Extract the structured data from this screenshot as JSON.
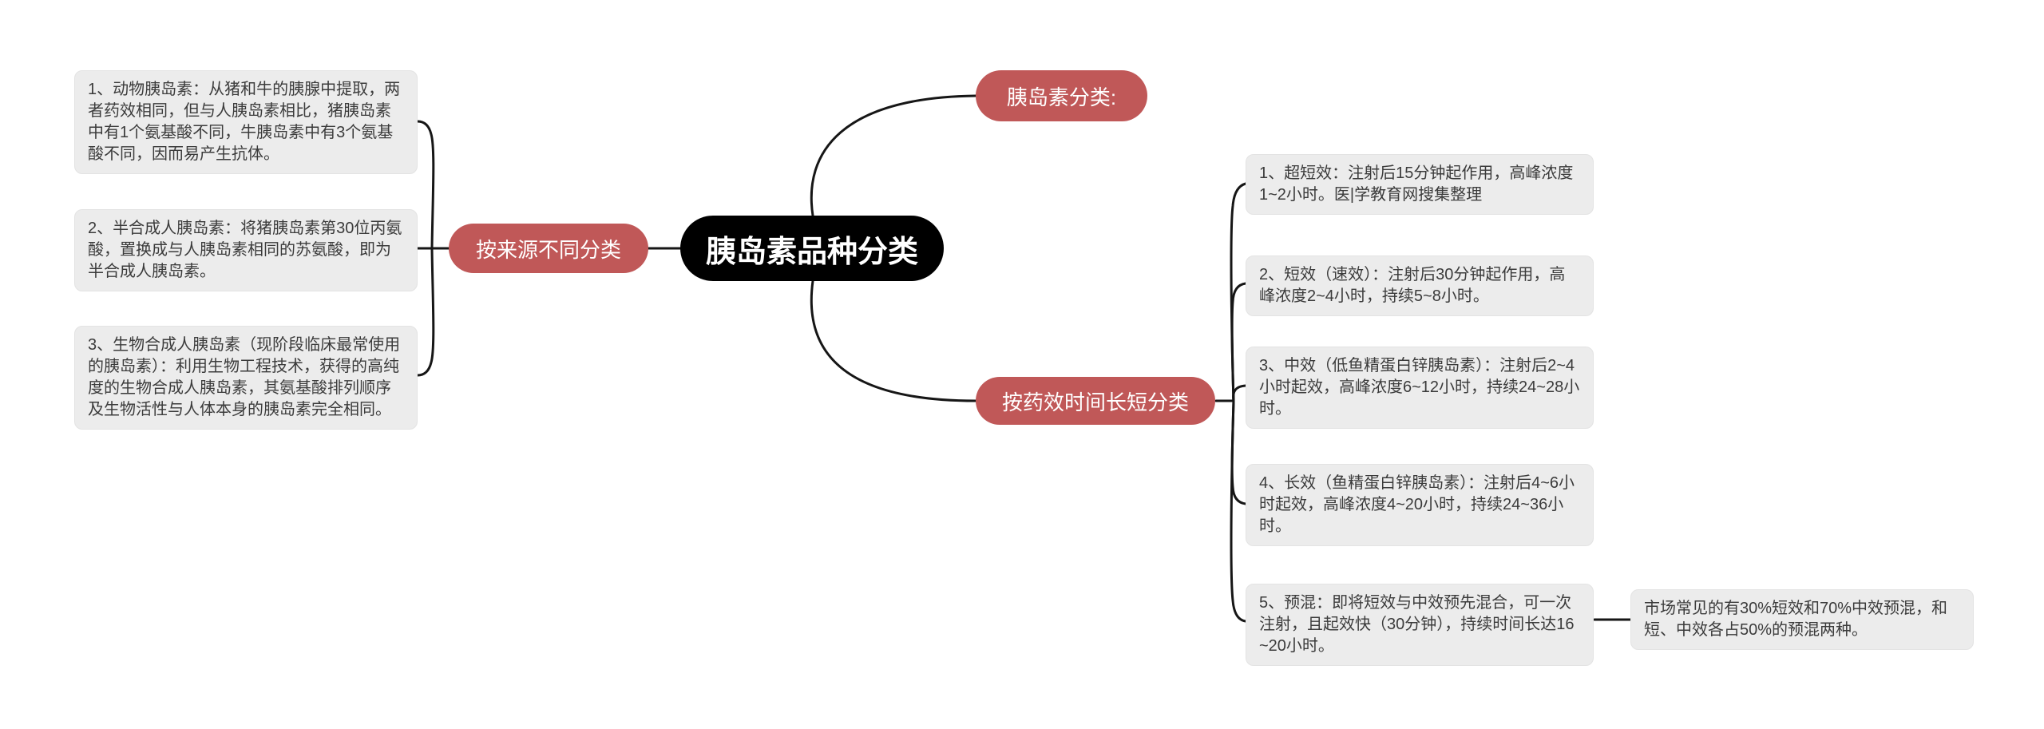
{
  "root": {
    "label": "胰岛素品种分类"
  },
  "top_node": {
    "label": "胰岛素分类:"
  },
  "left_branch": {
    "node_label": "按来源不同分类",
    "items": [
      {
        "text": "1、动物胰岛素：从猪和牛的胰腺中提取，两者药效相同，但与人胰岛素相比，猪胰岛素中有1个氨基酸不同，牛胰岛素中有3个氨基酸不同，因而易产生抗体。"
      },
      {
        "text": "2、半合成人胰岛素：将猪胰岛素第30位丙氨酸，置换成与人胰岛素相同的苏氨酸，即为半合成人胰岛素。"
      },
      {
        "text": "3、生物合成人胰岛素（现阶段临床最常使用的胰岛素）：利用生物工程技术，获得的高纯度的生物合成人胰岛素，其氨基酸排列顺序及生物活性与人体本身的胰岛素完全相同。"
      }
    ]
  },
  "right_branch": {
    "node_label": "按药效时间长短分类",
    "items": [
      {
        "text": "1、超短效：注射后15分钟起作用，高峰浓度1~2小时。医|学教育网搜集整理"
      },
      {
        "text": "2、短效（速效）：注射后30分钟起作用，高峰浓度2~4小时，持续5~8小时。"
      },
      {
        "text": "3、中效（低鱼精蛋白锌胰岛素）：注射后2~4小时起效，高峰浓度6~12小时，持续24~28小时。"
      },
      {
        "text": "4、长效（鱼精蛋白锌胰岛素）：注射后4~6小时起效，高峰浓度4~20小时，持续24~36小时。"
      },
      {
        "text": "5、预混：即将短效与中效预先混合，可一次注射，且起效快（30分钟），持续时间长达16~20小时。"
      }
    ],
    "note": "市场常见的有30%短效和70%中效预混，和短、中效各占50%的预混两种。"
  },
  "colors": {
    "branch_node": "#c05858",
    "root_node": "#000000",
    "card_bg": "#ececec",
    "card_text": "#3b3b3b",
    "connector": "#161616",
    "background": "#ffffff"
  }
}
